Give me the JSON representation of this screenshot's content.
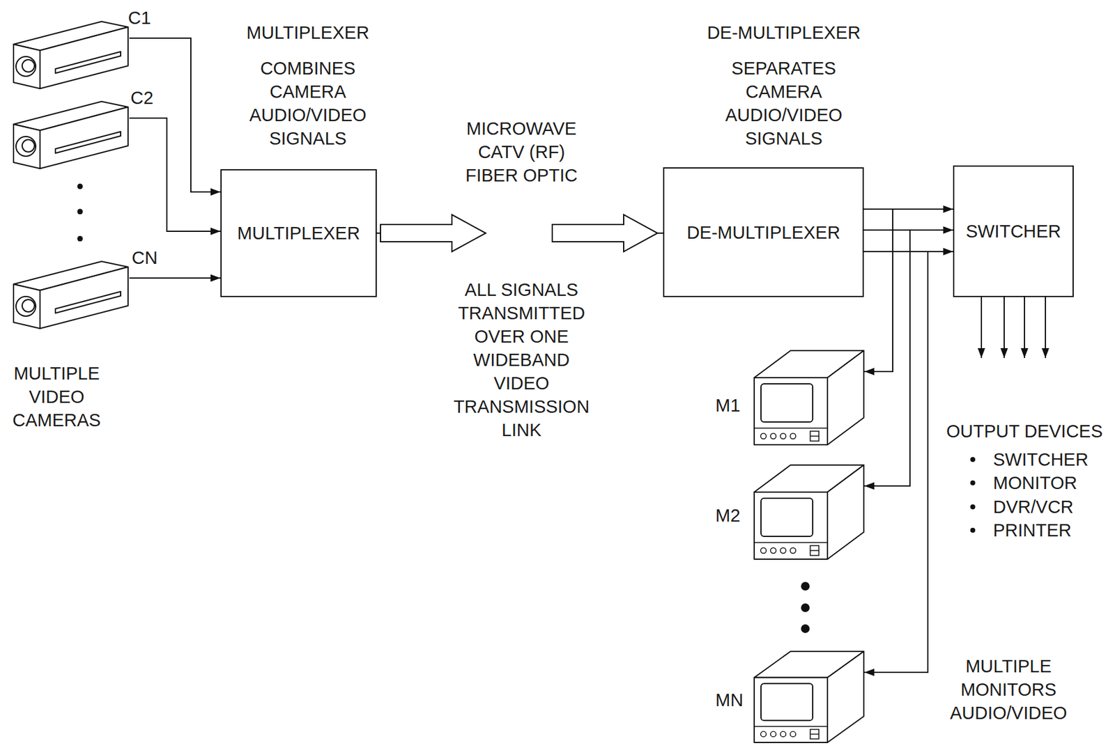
{
  "diagram": {
    "nodes": [
      {
        "text": [
          "C1"
        ]
      },
      {
        "text": [
          "C2"
        ]
      },
      {
        "text": [
          "CN"
        ]
      },
      {
        "text": [
          "MULTIPLEXER"
        ]
      },
      {
        "text": [
          "DE-MULTIPLEXER"
        ]
      },
      {
        "text": [
          "SWITCHER"
        ]
      },
      {
        "text": [
          "M1"
        ]
      },
      {
        "text": [
          "M2"
        ]
      },
      {
        "text": [
          "MN"
        ]
      }
    ],
    "edges": [
      {
        "from": 0,
        "to": 3,
        "arrow": "to"
      },
      {
        "from": 1,
        "to": 3,
        "arrow": "to"
      },
      {
        "from": 2,
        "to": 3,
        "arrow": "to"
      },
      {
        "from": 3,
        "to": 4,
        "arrow": "to"
      },
      {
        "from": 4,
        "to": 5,
        "arrow": "to"
      },
      {
        "from": 4,
        "to": 5,
        "arrow": "to"
      },
      {
        "from": 4,
        "to": 5,
        "arrow": "to"
      },
      {
        "from": 4,
        "to": 6,
        "arrow": "to"
      },
      {
        "from": 4,
        "to": 7,
        "arrow": "to"
      },
      {
        "from": 4,
        "to": 8,
        "arrow": "to"
      }
    ],
    "labels": [
      "MULTIPLEXER",
      "COMBINES CAMERA AUDIO/VIDEO SIGNALS",
      "DE-MULTIPLEXER",
      "SEPARATES CAMERA AUDIO/VIDEO SIGNALS",
      "MICROWAVE CATV (RF) FIBER OPTIC",
      "ALL SIGNALS TRANSMITTED OVER ONE WIDEBAND VIDEO TRANSMISSION LINK",
      "MULTIPLE VIDEO CAMERAS",
      "OUTPUT DEVICES",
      "SWITCHER",
      "MONITOR",
      "DVR/VCR",
      "PRINTER",
      "MULTIPLE MONITORS AUDIO/VIDEO"
    ]
  }
}
